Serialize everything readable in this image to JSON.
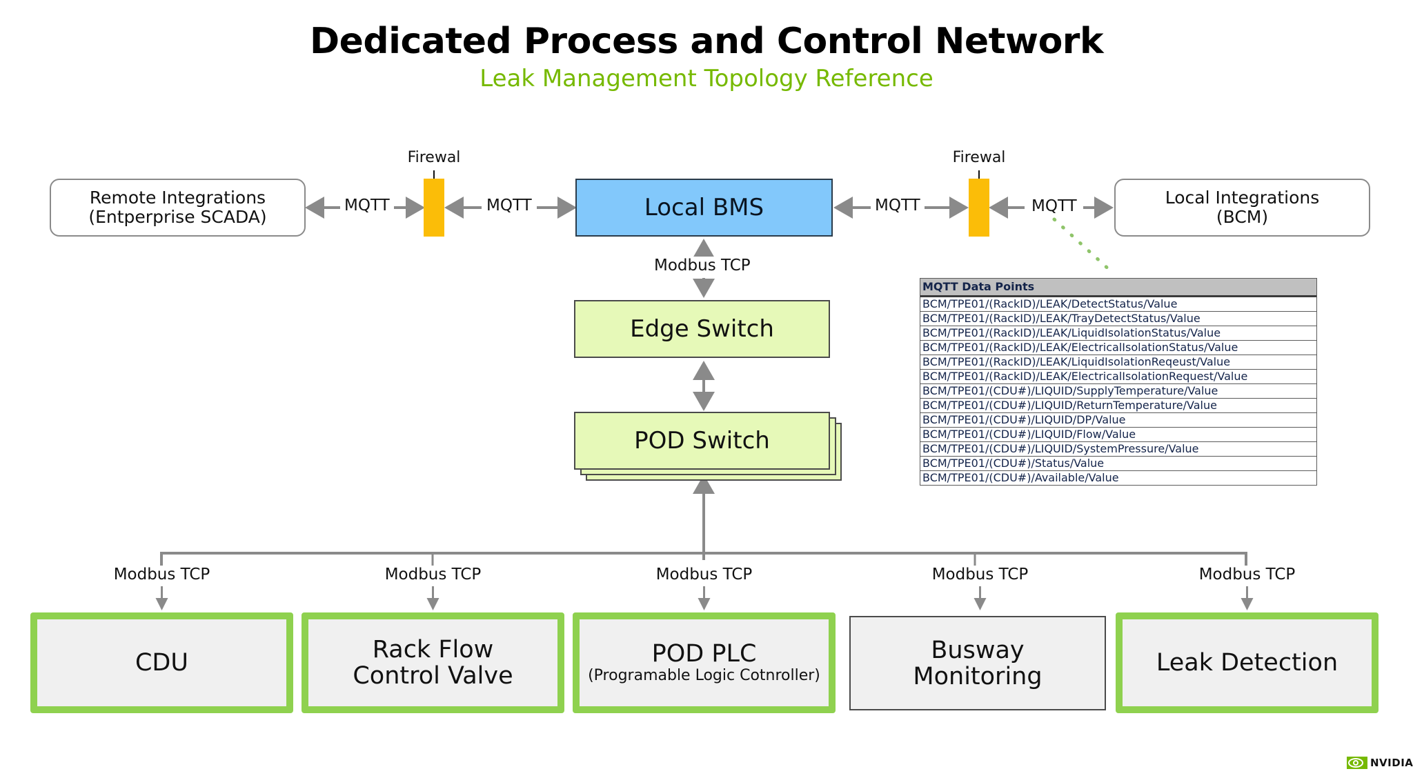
{
  "header": {
    "title": "Dedicated Process and Control Network",
    "subtitle": "Leak Management Topology Reference"
  },
  "colors": {
    "accent_green": "#76b900",
    "device_border_green": "#8fd14f",
    "bms_blue": "#82c8fb",
    "switch_green": "#e6f9b8",
    "firewall_yellow": "#fbbd08",
    "connector_gray": "#8a8a8a"
  },
  "top_row": {
    "remote_integrations": {
      "line1": "Remote Integrations",
      "line2": "(Entperprise SCADA)"
    },
    "local_integrations": {
      "line1": "Local Integrations",
      "line2": "(BCM)"
    },
    "local_bms": "Local BMS",
    "firewall_left": "Firewal",
    "firewall_right": "Firewal",
    "links": [
      "MQTT",
      "MQTT",
      "MQTT",
      "MQTT"
    ]
  },
  "middle": {
    "bms_to_edge_link": "Modbus TCP",
    "edge_switch": "Edge Switch",
    "pod_switch": "POD Switch"
  },
  "mqtt_table": {
    "header": "MQTT Data Points",
    "rows": [
      "BCM/TPE01/(RackID)/LEAK/DetectStatus/Value",
      "BCM/TPE01/(RackID)/LEAK/TrayDetectStatus/Value",
      "BCM/TPE01/(RackID)/LEAK/LiquidIsolationStatus/Value",
      "BCM/TPE01/(RackID)/LEAK/ElectricalIsolationStatus/Value",
      "BCM/TPE01/(RackID)/LEAK/LiquidIsolationReqeust/Value",
      "BCM/TPE01/(RackID)/LEAK/ElectricalIsolationRequest/Value",
      "BCM/TPE01/(CDU#)/LIQUID/SupplyTemperature/Value",
      "BCM/TPE01/(CDU#)/LIQUID/ReturnTemperature/Value",
      "BCM/TPE01/(CDU#)/LIQUID/DP/Value",
      "BCM/TPE01/(CDU#)/LIQUID/Flow/Value",
      "BCM/TPE01/(CDU#)/LIQUID/SystemPressure/Value",
      "BCM/TPE01/(CDU#)/Status/Value",
      "BCM/TPE01/(CDU#)/Available/Value"
    ]
  },
  "devices": [
    {
      "name": "CDU",
      "sub": "",
      "link": "Modbus TCP",
      "highlighted": true
    },
    {
      "name": "Rack Flow Control Valve",
      "line1": "Rack Flow",
      "line2": "Control Valve",
      "sub": "",
      "link": "Modbus TCP",
      "highlighted": true
    },
    {
      "name": "POD PLC",
      "sub": "(Programable Logic Cotnroller)",
      "link": "Modbus TCP",
      "highlighted": true
    },
    {
      "name": "Busway Monitoring",
      "line1": "Busway",
      "line2": "Monitoring",
      "sub": "",
      "link": "Modbus TCP",
      "highlighted": false
    },
    {
      "name": "Leak Detection",
      "sub": "",
      "link": "Modbus TCP",
      "highlighted": true
    }
  ],
  "logo": {
    "text": "NVIDIA",
    "icon": "nvidia-eye-icon"
  }
}
